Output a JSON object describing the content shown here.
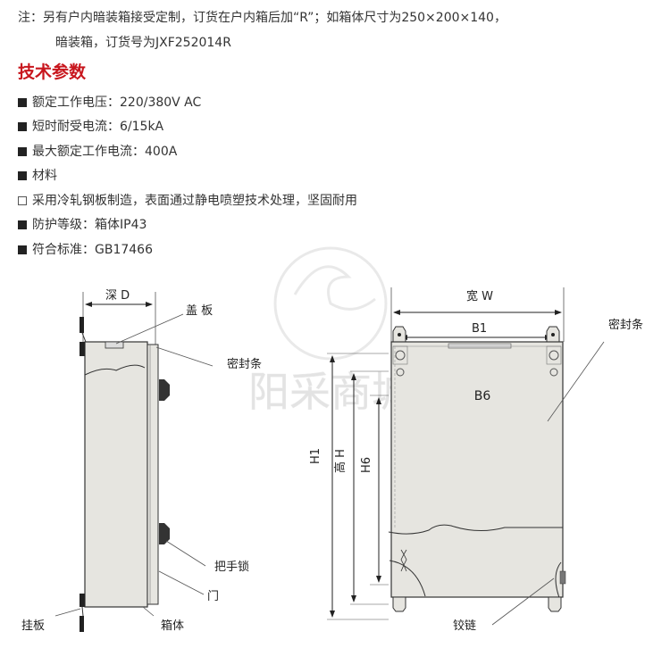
{
  "note": {
    "line1": "注：另有户内暗装箱接受定制，订货在户内箱后加“R”；如箱体尺寸为250×200×140，",
    "line2": "暗装箱，订货号为JXF252014R"
  },
  "section_title": "技术参数",
  "specs": [
    {
      "bullet": "filled",
      "text": "额定工作电压：220/380V AC"
    },
    {
      "bullet": "filled",
      "text": "短时耐受电流：6/15kA"
    },
    {
      "bullet": "filled",
      "text": "最大额定工作电流：400A"
    },
    {
      "bullet": "filled",
      "text": "材料"
    },
    {
      "bullet": "hollow",
      "text": "采用冷轧钢板制造，表面通过静电喷塑技术处理，坚固耐用"
    },
    {
      "bullet": "filled",
      "text": "防护等级：箱体IP43"
    },
    {
      "bullet": "filled",
      "text": "符合标准：GB17466"
    }
  ],
  "side_view": {
    "depth": "深 D",
    "cover": "盖 板",
    "seal": "密封条",
    "handle_lock": "把手锁",
    "door": "门",
    "body": "箱体",
    "hanger": "挂板"
  },
  "front_view": {
    "width": "宽 W",
    "b1": "B1",
    "seal": "密封条",
    "b6": "B6",
    "h1": "H1",
    "height": "高 H",
    "h6": "H6",
    "hinge": "铰链"
  },
  "watermark": "阳采商城",
  "colors": {
    "title": "#c8161d",
    "panel": "#e6e5e0"
  }
}
